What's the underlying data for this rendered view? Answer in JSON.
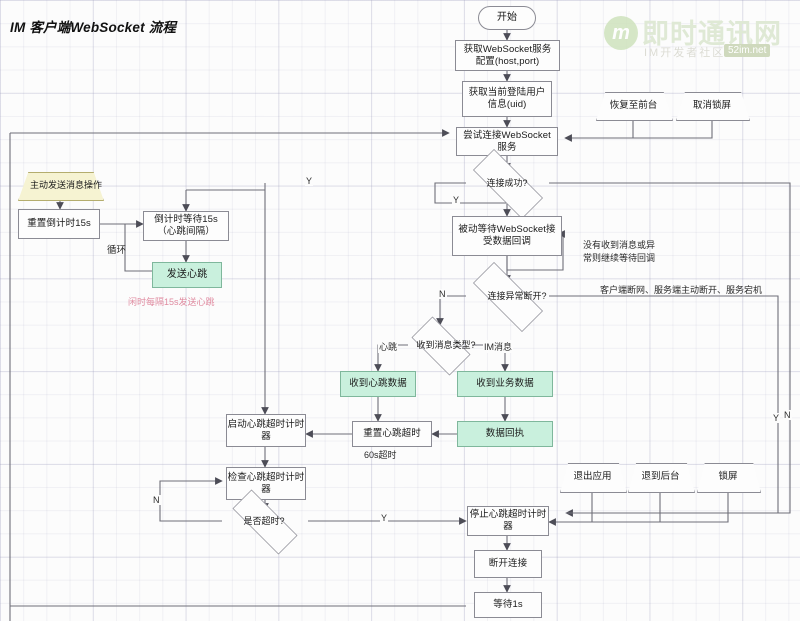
{
  "title": "IM 客户端WebSocket 流程",
  "watermark": {
    "logo": "m",
    "main": "即时通讯网",
    "sub": "IM开发者社区",
    "badge": "52im.net"
  },
  "nodes": {
    "start": "开始",
    "get_config": "获取WebSocket服务配置(host,port)",
    "get_user": "获取当前登陆用户信息(uid)",
    "try_connect": "尝试连接WebSocket服务",
    "restore_front": "恢复至前台",
    "cancel_lock": "取消锁屏",
    "conn_success": "连接成功?",
    "passive_wait": "被动等待WebSocket接受数据回调",
    "conn_abnormal": "连接异常断开?",
    "msg_type": "收到消息类型?",
    "recv_heartbeat_data": "收到心跳数据",
    "recv_business_data": "收到业务数据",
    "data_ack": "数据回执",
    "reset_hb_timeout": "重置心跳超时",
    "send_op": "主动发送消息操作",
    "reset_countdown": "重置倒计时15s",
    "countdown_wait": "倒计时等待15s（心跳间隔）",
    "send_heartbeat": "发送心跳",
    "start_hb_timer": "启动心跳超时计时器",
    "check_hb_timer": "检查心跳超时计时器",
    "is_timeout": "是否超时?",
    "stop_hb_timer": "停止心跳超时计时器",
    "disconnect": "断开连接",
    "wait_1s": "等待1s",
    "quit_app": "退出应用",
    "to_background": "退到后台",
    "lock_screen": "锁屏"
  },
  "notes": {
    "no_msg_retry": "没有收到消息或异\n常则继续等待回调",
    "no_msg_retry_line1": "没有收到消息或异",
    "no_msg_retry_line2": "常则继续等待回调",
    "disconnect_reasons": "客户端断网、服务端主动断开、服务宕机",
    "idle_heartbeat": "闲时每隔15s发送心跳",
    "timeout_60s": "60s超时",
    "loop": "循环"
  },
  "edge_labels": {
    "conn_success_y": "Y",
    "conn_success_n": "Y",
    "conn_abnormal_n": "N",
    "conn_abnormal_y": "Y",
    "msg_type_heartbeat": "心跳",
    "msg_type_im": "IM消息",
    "is_timeout_n": "N",
    "is_timeout_y": "Y",
    "right_n": "N"
  },
  "colors": {
    "green_fill": "#c9f0dd",
    "green_stroke": "#7fb79c",
    "yellow_fill": "#f6f3d2",
    "yellow_stroke": "#b4ad6e",
    "box_stroke": "#8b8b94",
    "wire": "#6e6e78",
    "note_red": "#e08ba0"
  }
}
